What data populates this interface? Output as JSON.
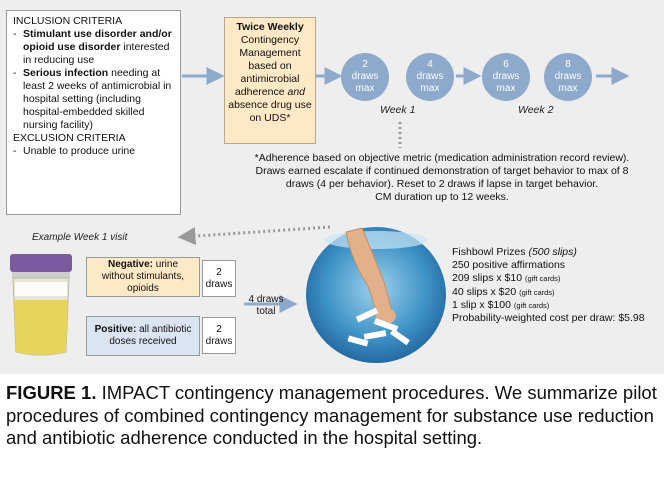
{
  "inclusion": {
    "inclusion_header": "INCLUSION CRITERIA",
    "item1_bold": "Stimulant use disorder and/or opioid use disorder",
    "item1_rest": " interested in reducing use",
    "item2_bold": "Serious infection",
    "item2_rest": " needing at least 2 weeks of antimicrobial in hospital setting (including hospital-embedded skilled nursing facility)",
    "exclusion_header": "EXCLUSION CRITERIA",
    "item3": "Unable to produce urine"
  },
  "twice_weekly": {
    "title": "Twice Weekly",
    "text_part1": "Contingency Management based on antimicrobial adherence ",
    "text_italic": "and",
    "text_part2": " absence drug use on UDS*"
  },
  "schedule": {
    "circles": [
      {
        "number": "2",
        "line2": "draws",
        "line3": "max"
      },
      {
        "number": "4",
        "line2": "draws",
        "line3": "max"
      },
      {
        "number": "6",
        "line2": "draws",
        "line3": "max"
      },
      {
        "number": "8",
        "line2": "draws",
        "line3": "max"
      }
    ],
    "week1": "Week 1",
    "week2": "Week 2"
  },
  "adherence_note": {
    "line1": "*Adherence based on objective metric (medication administration record review).",
    "line2": "Draws earned escalate if continued demonstration of target behavior to max of 8",
    "line3": "draws (4 per behavior). Reset to 2 draws if lapse in target behavior.",
    "line4": "CM duration up to 12 weeks."
  },
  "example": {
    "label": "Example Week 1 visit",
    "negative_bold": "Negative:",
    "negative_word_urine": " urine",
    "negative_rest": "without stimulants, opioids",
    "negative_draws_num": "2",
    "negative_draws_word": "draws",
    "positive_bold": "Positive:",
    "positive_rest": " all antibiotic doses received",
    "positive_draws_num": "2",
    "positive_draws_word": "draws",
    "total_line1": "4 draws",
    "total_line2": "total"
  },
  "prizes": {
    "title": "Fishbowl Prizes ",
    "title_italic": "(500 slips)",
    "line1": "250 positive affirmations",
    "line2_main": "209 slips x $10 ",
    "line2_small": "(gift cards)",
    "line3_main": "40 slips x $20 ",
    "line3_small": "(gift cards)",
    "line4_main": "1 slip x $100 ",
    "line4_small": "(gift cards)",
    "line5": "Probability-weighted cost per draw: $5.98"
  },
  "caption": {
    "label": "FIGURE 1.",
    "text": " IMPACT contingency management procedures. We summarize pilot procedures of combined contingency management for substance use reduction and antibiotic adherence conducted in the hospital setting."
  },
  "colors": {
    "panel_bg": "#eeeeee",
    "arrow_blue": "#8da9cc",
    "circle_blue": "#8da9cc",
    "peach": "#fde9c6",
    "light_blue": "#dbe5f1",
    "dotted_gray": "#999999"
  }
}
